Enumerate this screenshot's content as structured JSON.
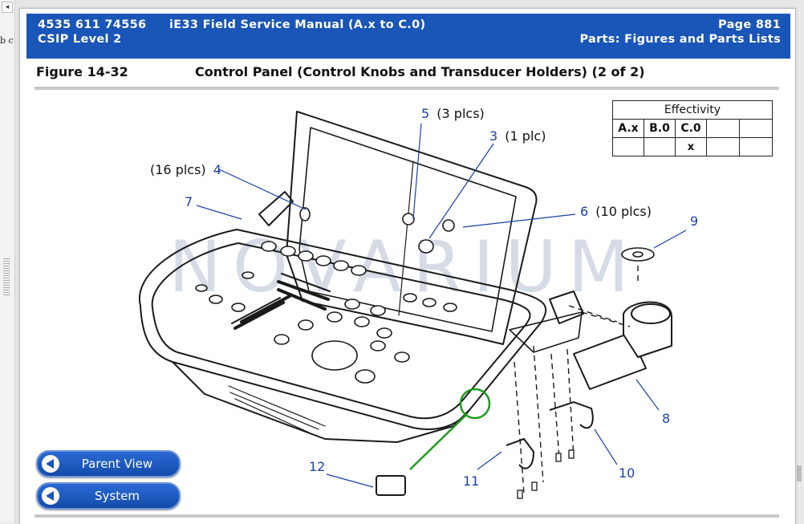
{
  "viewer": {
    "left_cut_text": "b c"
  },
  "header": {
    "part_number": "4535 611 74556",
    "manual_title": "iE33 Field Service Manual (A.x to C.0)",
    "csip_level": "CSIP Level 2",
    "page": "Page 881",
    "section": "Parts: Figures and Parts Lists",
    "background_color": "#1a55b8"
  },
  "figure": {
    "label": "Figure 14-32",
    "title": "Control Panel (Control Knobs and Transducer Holders) (2 of 2)",
    "watermark": "NOVARIUM"
  },
  "effectivity": {
    "title": "Effectivity",
    "versions": [
      "A.x",
      "B.0",
      "C.0",
      "",
      ""
    ],
    "marks": [
      "",
      "",
      "x",
      "",
      ""
    ]
  },
  "callouts": [
    {
      "number": "5",
      "qty": "(3 plcs)"
    },
    {
      "number": "3",
      "qty": "(1 plc)"
    },
    {
      "number": "4",
      "qty": "(16 plcs)"
    },
    {
      "number": "7",
      "qty": ""
    },
    {
      "number": "6",
      "qty": "(10 plcs)"
    },
    {
      "number": "9",
      "qty": ""
    },
    {
      "number": "8",
      "qty": ""
    },
    {
      "number": "10",
      "qty": ""
    },
    {
      "number": "11",
      "qty": ""
    },
    {
      "number": "12",
      "qty": ""
    }
  ],
  "callout_color": "#1a3fa8",
  "highlight_color": "#1e9b1e",
  "nav": {
    "parent_view": "Parent View",
    "system": "System"
  }
}
